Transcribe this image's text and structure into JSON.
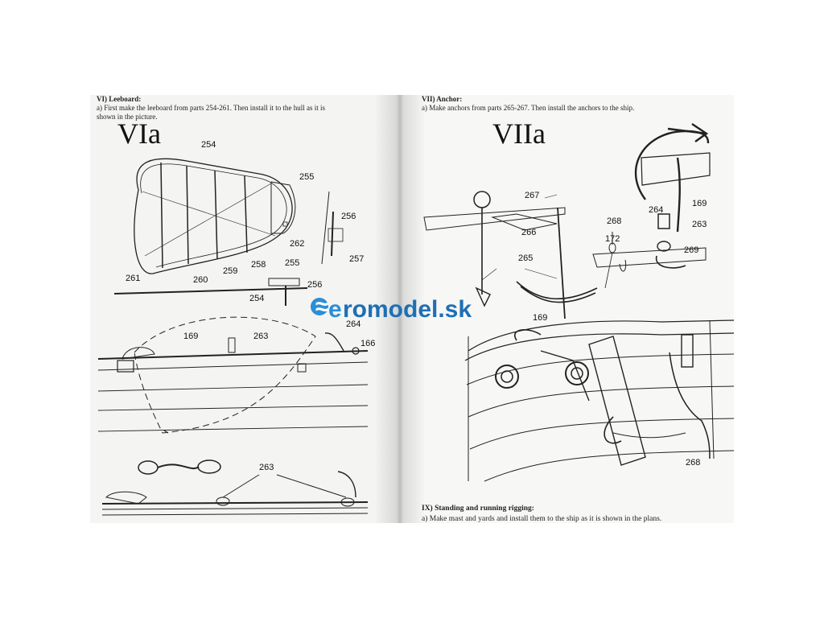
{
  "left_page": {
    "section_heading": "VI) Leeboard:",
    "instruction_line1": "a) First make the leeboard from parts 254-261. Then install it to the hull as it is",
    "instruction_line2": "shown in the picture.",
    "figure_label": "VIa",
    "part_labels": [
      "254",
      "255",
      "256",
      "257",
      "262",
      "261",
      "260",
      "259",
      "258",
      "255",
      "256",
      "254",
      "169",
      "263",
      "264",
      "166",
      "263"
    ]
  },
  "right_page": {
    "section_heading": "VII) Anchor:",
    "instruction_line1": "a) Make anchors from parts 265-267. Then install the anchors to the ship.",
    "figure_label": "VIIa",
    "part_labels": [
      "267",
      "266",
      "265",
      "264",
      "169",
      "268",
      "263",
      "172",
      "269",
      "169",
      "268"
    ],
    "bottom_heading": "IX) Standing and running rigging:",
    "bottom_instruction": "a) Make mast and yards and install them to the ship as it is shown in the plans."
  },
  "watermark": {
    "text_prefix": "e",
    "text_main": "romodel.sk",
    "prefix_color": "#2a8fd6",
    "main_color": "#1e6fb5"
  },
  "colors": {
    "paper_left": "#f4f4f2",
    "paper_right": "#f7f7f5",
    "gutter": "#c8c8c6",
    "ink": "#222222"
  }
}
